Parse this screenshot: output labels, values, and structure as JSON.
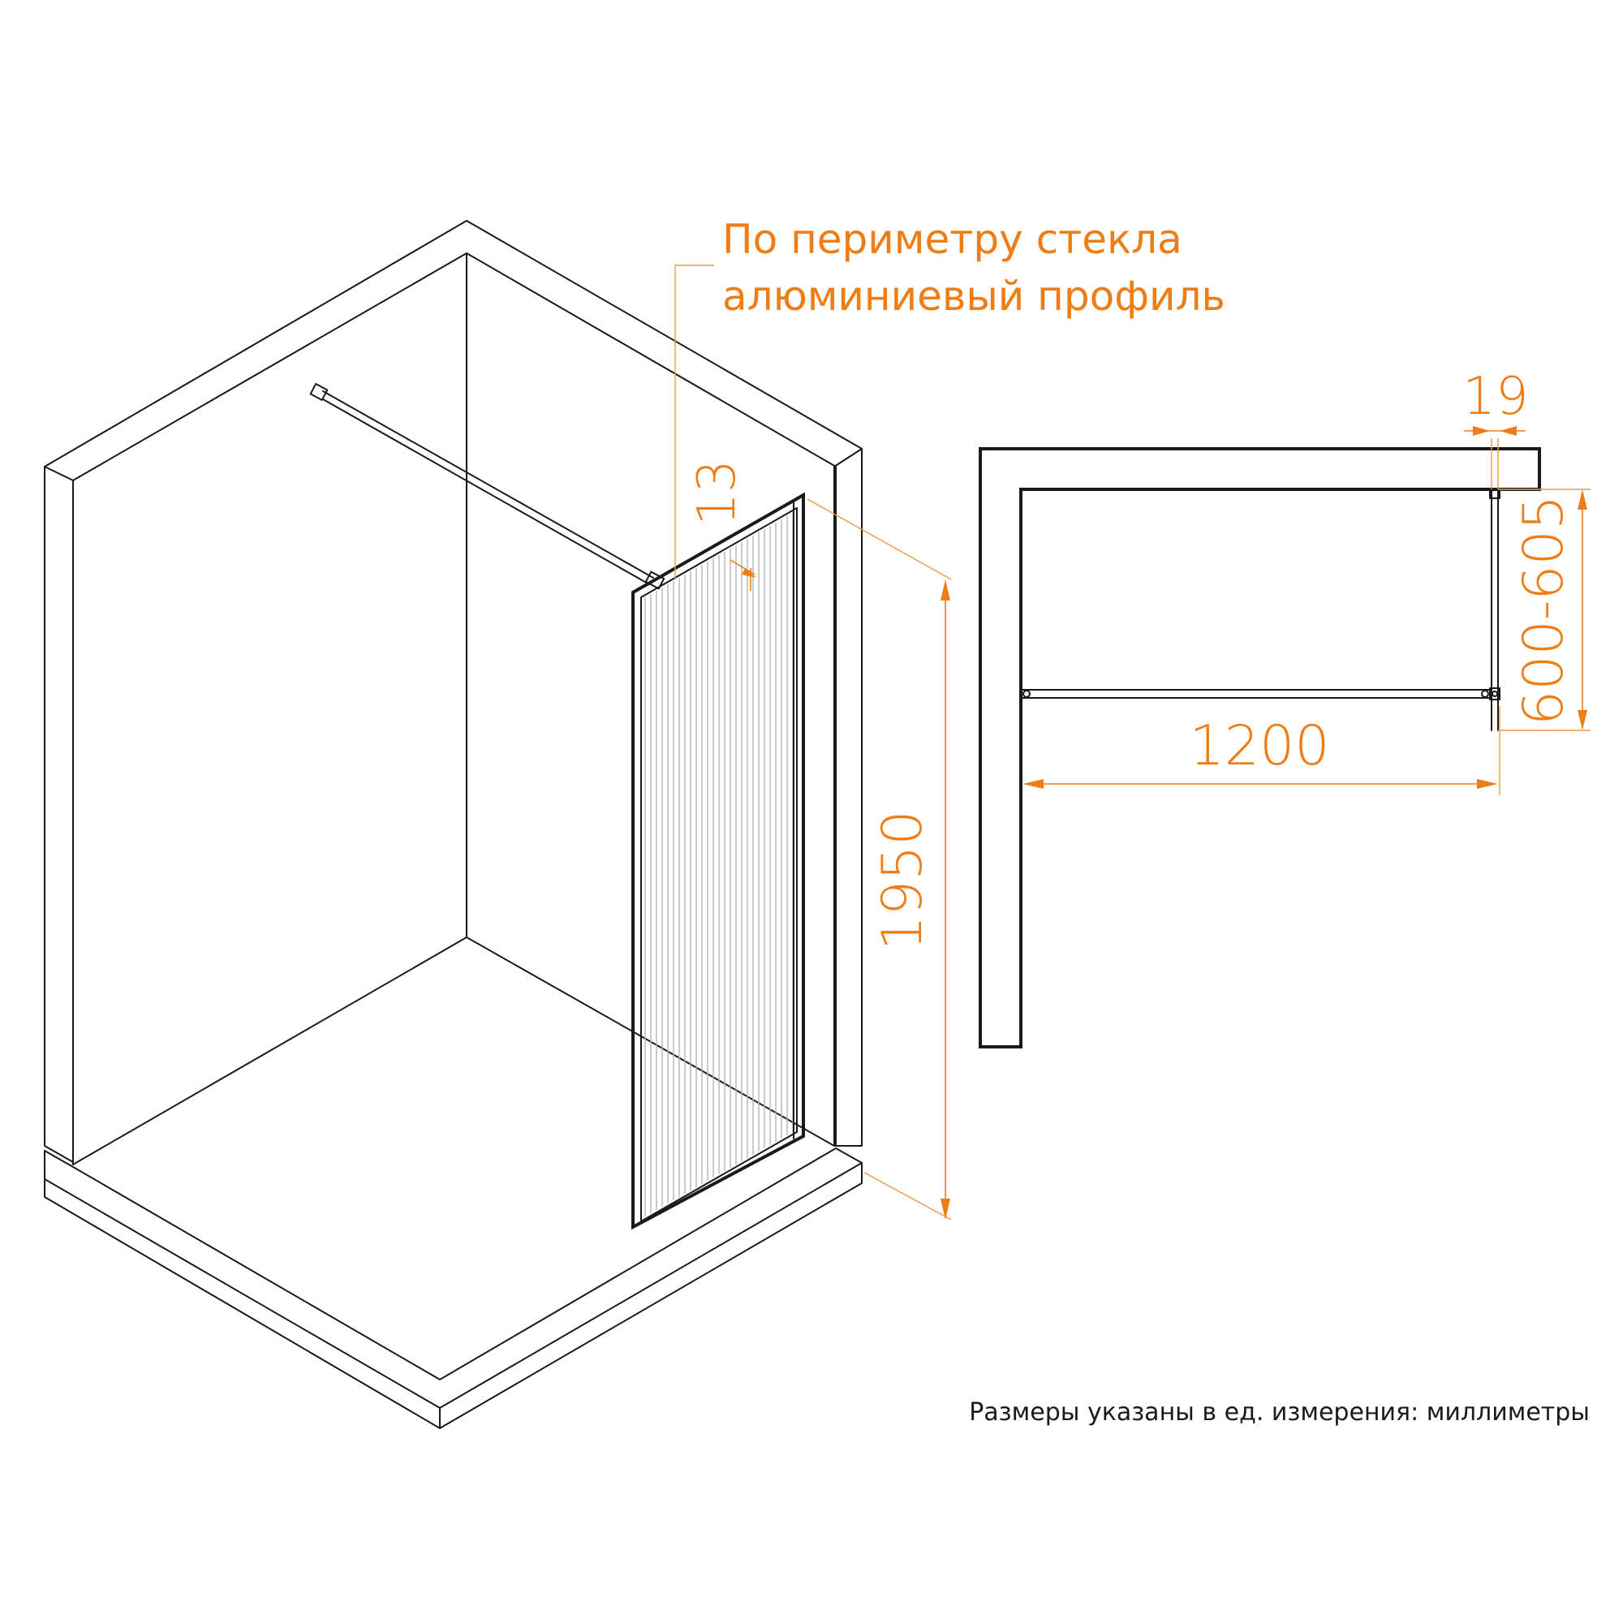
{
  "annotations": {
    "profile_note_line1": "По периметру стекла",
    "profile_note_line2": "алюминиевый профиль",
    "units_note": "Размеры указаны в ед. измерения: миллиметры"
  },
  "dimensions": {
    "height": "1950",
    "profile_depth": "13",
    "width": "1200",
    "glass_thickness": "19",
    "bracket_length": "600-605"
  },
  "colors": {
    "accent": "#ef7d15",
    "line": "#1a1a1a",
    "glass_texture": "#b5b5b5"
  }
}
